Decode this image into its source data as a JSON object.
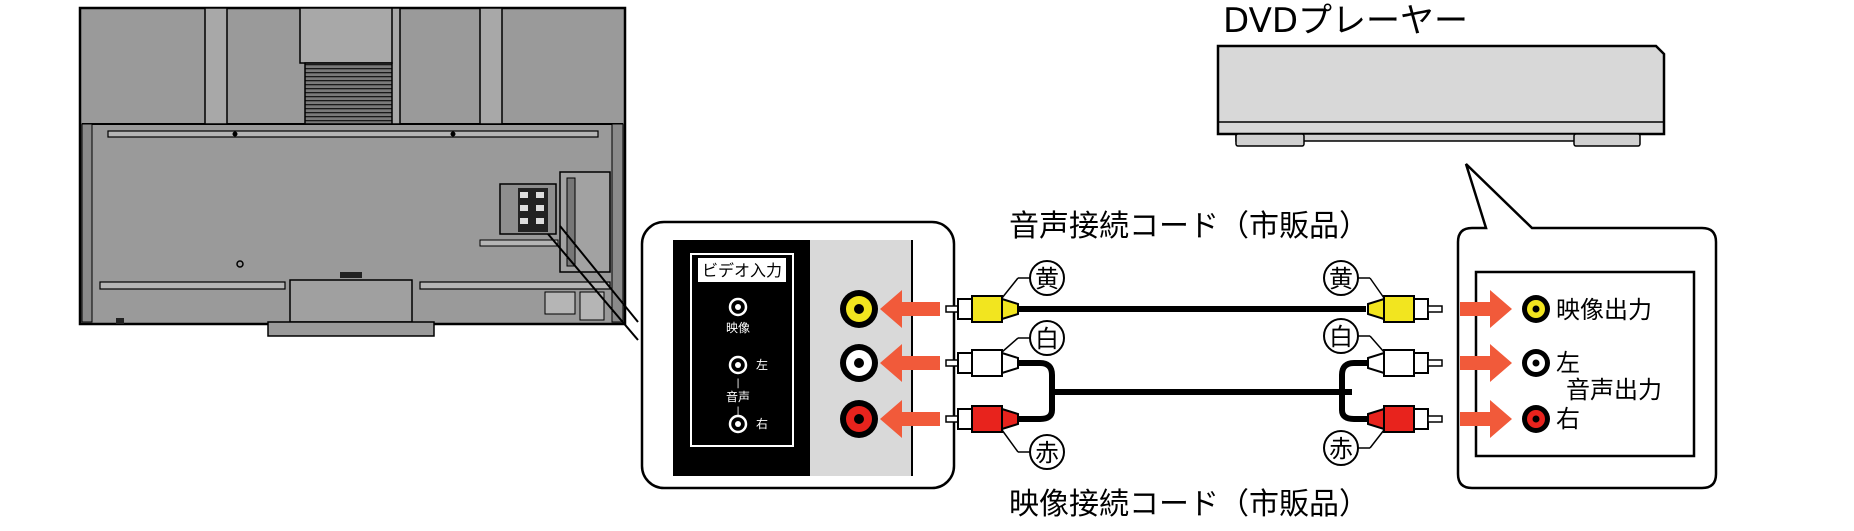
{
  "labels": {
    "dvd_player": "DVDプレーヤー",
    "audio_cable": "音声接続コード（市販品）",
    "video_cable": "映像接続コード（市販品）"
  },
  "tv_panel": {
    "header": "ビデオ入力",
    "video": "映像",
    "left": "左",
    "audio": "音声",
    "right": "右",
    "dash": "|"
  },
  "cable_tags": {
    "yellow": "黄",
    "white": "白",
    "red": "赤"
  },
  "dvd_panel": {
    "video_out": "映像出力",
    "left": "左",
    "audio_out": "音声出力",
    "right": "右"
  },
  "colors": {
    "yellow_plug": "#f2e51f",
    "white_plug": "#ffffff",
    "red_plug": "#e8231d",
    "arrow": "#f15a3a",
    "tv_gray": "#9a9a9a",
    "panel_gray": "#d9d9d9"
  }
}
